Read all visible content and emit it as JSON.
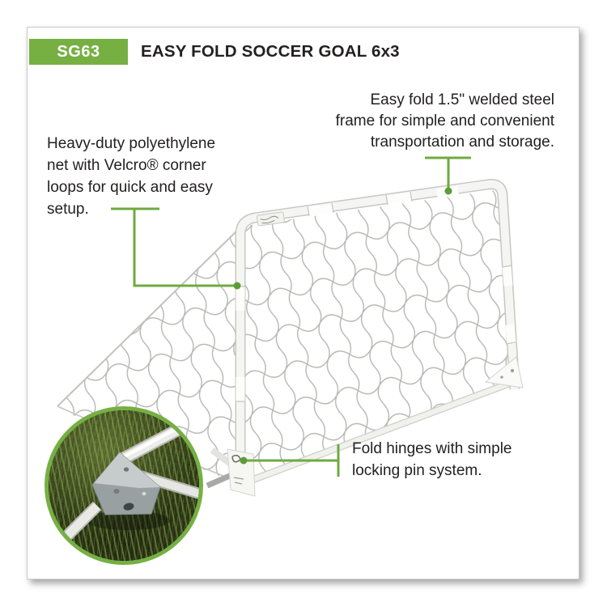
{
  "theme": {
    "accent_green": "#76b043",
    "line_green": "#6faa3f",
    "dot_green": "#5f9c38",
    "text_dark": "#232020",
    "border_gray": "#c9c9c9"
  },
  "header": {
    "sku": "SG63",
    "title": "EASY FOLD SOCCER GOAL 6x3"
  },
  "callouts": {
    "net": {
      "lines": [
        "Heavy-duty polyethylene",
        "net with Velcro® corner",
        "loops for quick and easy",
        "setup."
      ]
    },
    "frame": {
      "lines": [
        "Easy fold 1.5\" welded steel",
        "frame for simple and convenient",
        "transportation and storage."
      ]
    },
    "hinge": {
      "lines": [
        "Fold hinges with simple",
        "locking pin system."
      ]
    }
  }
}
